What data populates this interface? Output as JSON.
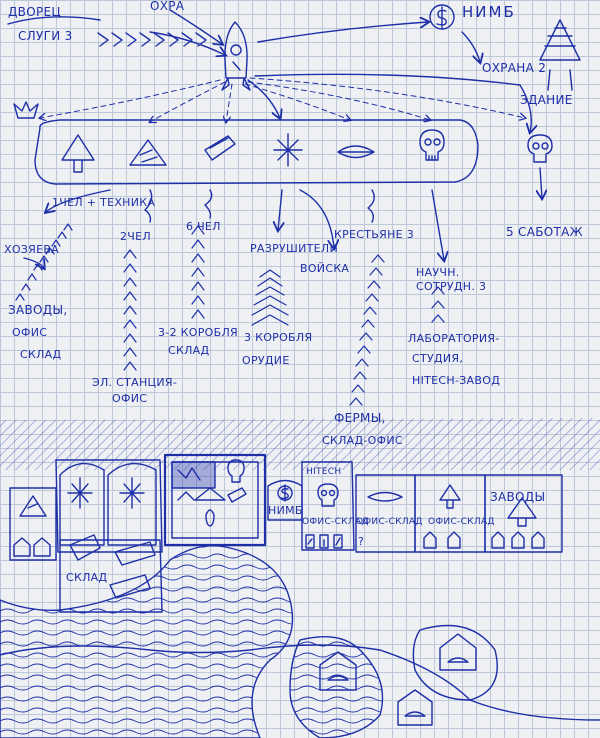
{
  "top": {
    "dvorets": "ДВОРЕЦ",
    "ohrana": "ОХРА",
    "slugi": "СЛУГИ 3",
    "nimb": "НИМБ",
    "nimb_ohrana": "ОХРАНА 2",
    "zdanie": "ЗДАНИЕ"
  },
  "branches": {
    "chel_tech": "1ЧЕЛ + ТЕХНИКА",
    "khozyaeva": "ХОЗЯЕВА",
    "zavody": "ЗАВОДЫ,",
    "ofis": "ОФИС",
    "sklad": "СКЛАД",
    "two_chel": "2ЧЕЛ",
    "el_station": "ЭЛ. СТАНЦИЯ-",
    "el_ofis": "ОФИС",
    "six_chel": "6 ЧЕЛ",
    "korobl_32": "3-2 КОРОБЛЯ",
    "korobl_32_sklad": "СКЛАД",
    "razrushiteli": "РАЗРУШИТЕЛИ",
    "voiska": "ВОЙСКА",
    "korobl_3": "3 КОРОБЛЯ",
    "orudie": "ОРУДИЕ",
    "krestyane": "КРЕСТЬЯНЕ 3",
    "fermy": "ФЕРМЫ,",
    "fermy_sklad": "СКЛАД-ОФИС",
    "nauch": "НАУЧН.",
    "sotrudn": "СОТРУДН. 3",
    "laboratoria": "ЛАБОРАТОРИЯ-",
    "studia": "СТУДИЯ,",
    "hitech_zavod": "HITECH-ЗАВОД",
    "five_sabotage": "5 САБОТАЖ"
  },
  "map": {
    "hitech": "HITECH",
    "nimb_small": "НИМБ",
    "ofis_sklad_1": "ОФИС-СКЛАД",
    "ofis_sklad_2": "ОФИС-СКЛАД",
    "ofis_sklad_3": "ОФИС-СКЛАД",
    "zavody_map": "ЗАВОДЫ",
    "sklad_map": "СКЛАД",
    "question": "?"
  },
  "colors": {
    "ink": "#1e2fa8",
    "paper": "#eef0f3",
    "grid": "#bcc8d8"
  }
}
